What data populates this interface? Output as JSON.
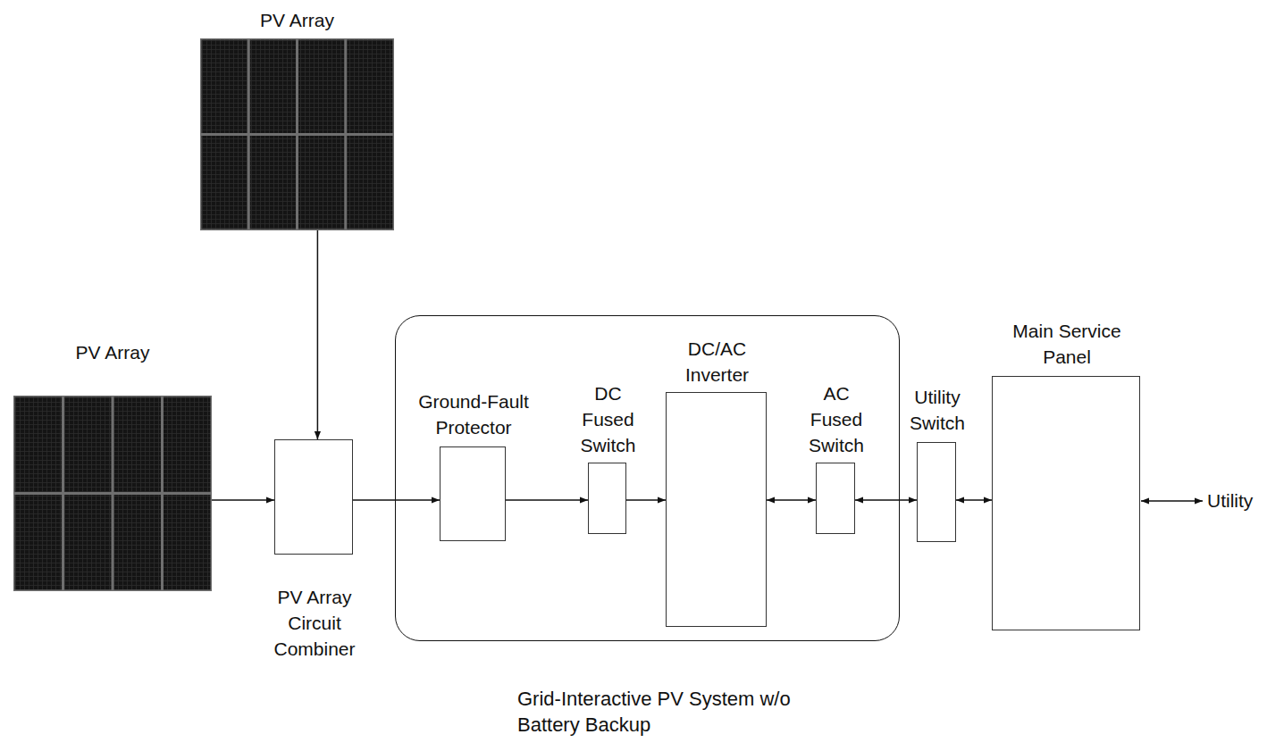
{
  "diagram": {
    "nodes": [
      {
        "text": [
          "PV Array"
        ]
      },
      {
        "text": [
          "PV Array"
        ]
      },
      {
        "text": [
          "PV Array Circuit Combiner"
        ]
      },
      {
        "text": [
          "Grid-Interactive PV System w/o Battery Backup"
        ]
      },
      {
        "text": [
          "Ground-Fault Protector"
        ],
        "in": 3
      },
      {
        "text": [
          "DC Fused Switch"
        ],
        "in": 3
      },
      {
        "text": [
          "DC/AC Inverter"
        ],
        "in": 3
      },
      {
        "text": [
          "AC Fused Switch"
        ],
        "in": 3
      },
      {
        "text": [
          "Utility Switch"
        ]
      },
      {
        "text": [
          "Main Service Panel"
        ]
      }
    ],
    "edges": [
      {
        "from": 0,
        "to": 2,
        "arrow": "to"
      },
      {
        "from": 1,
        "to": 2,
        "arrow": "to"
      },
      {
        "from": 2,
        "to": 4,
        "arrow": "to"
      },
      {
        "from": 4,
        "to": 5,
        "arrow": "to"
      },
      {
        "from": 5,
        "to": 6,
        "arrow": "to"
      },
      {
        "from": 6,
        "to": 7,
        "arrow": "both"
      },
      {
        "from": 7,
        "to": 8,
        "arrow": "both"
      },
      {
        "from": 8,
        "to": 9,
        "arrow": "both"
      }
    ],
    "labels": [
      "Utility"
    ]
  }
}
